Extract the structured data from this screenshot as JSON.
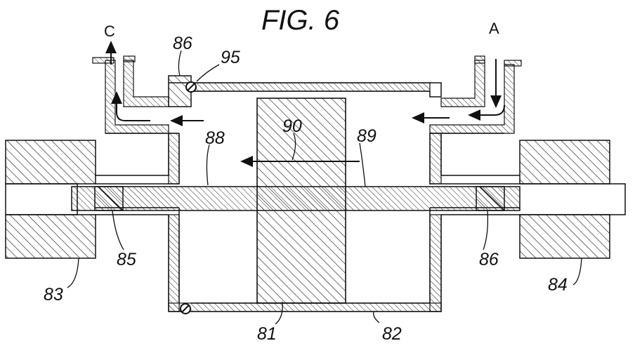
{
  "figure": {
    "title": "FIG. 6",
    "flow_labels": {
      "inlet": "A",
      "outlet": "C"
    },
    "reference_numerals": {
      "n81": "81",
      "n82": "82",
      "n83": "83",
      "n84": "84",
      "n85": "85",
      "n86_top": "86",
      "n86_right": "86",
      "n88": "88",
      "n89": "89",
      "n90": "90",
      "n95": "95"
    }
  }
}
